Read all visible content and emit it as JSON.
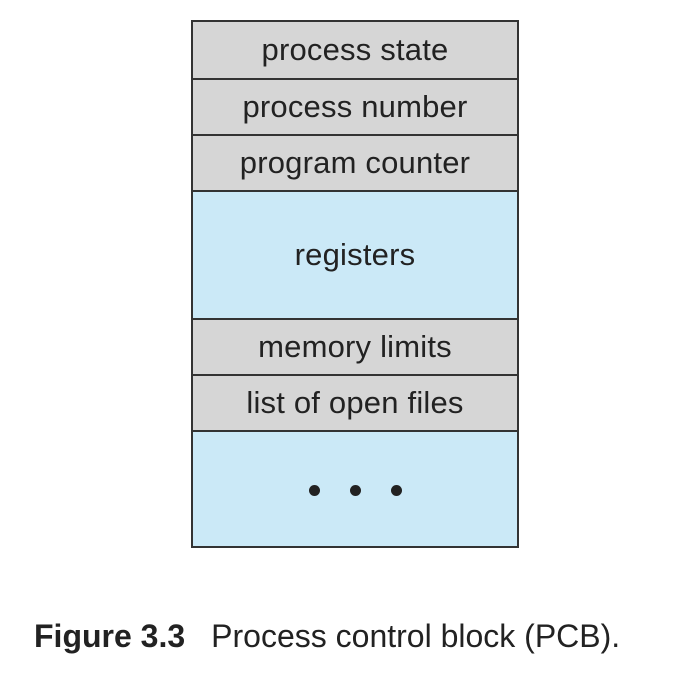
{
  "pcb": {
    "fields": [
      {
        "label": "process state",
        "kind": "gray"
      },
      {
        "label": "process number",
        "kind": "gray"
      },
      {
        "label": "program counter",
        "kind": "gray"
      },
      {
        "label": "registers",
        "kind": "blue"
      },
      {
        "label": "memory limits",
        "kind": "gray"
      },
      {
        "label": "list of open files",
        "kind": "gray"
      },
      {
        "label": "",
        "kind": "blue"
      }
    ],
    "colors": {
      "field_gray": "#d6d6d6",
      "field_blue": "#cbe9f7",
      "border": "#333333"
    }
  },
  "caption": {
    "figure_number": "Figure 3.3",
    "text": "Process control block (PCB)."
  }
}
